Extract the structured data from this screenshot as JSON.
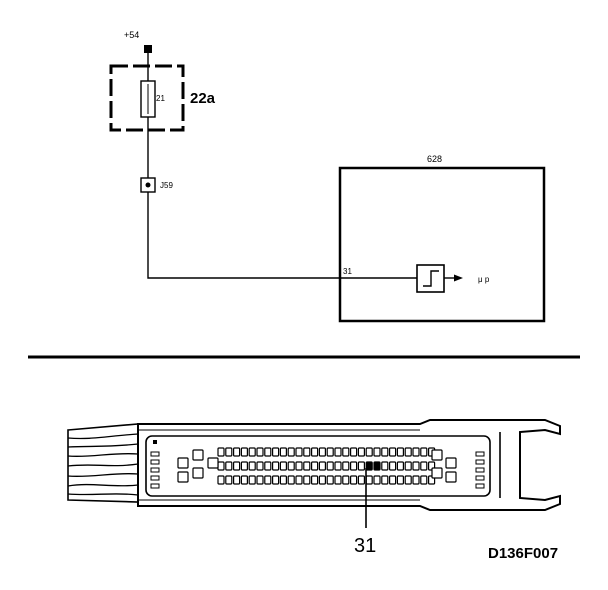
{
  "supply": {
    "label": "+54"
  },
  "fuse_box": {
    "id": "22a",
    "fuse_number": "21"
  },
  "junction": {
    "label": "J59"
  },
  "control_unit": {
    "id": "628",
    "pin": "31",
    "output_label": "μ p"
  },
  "connector": {
    "pin_callout": "31"
  },
  "figure": {
    "code": "D136F007"
  },
  "colors": {
    "line": "#000000",
    "background": "#ffffff"
  }
}
